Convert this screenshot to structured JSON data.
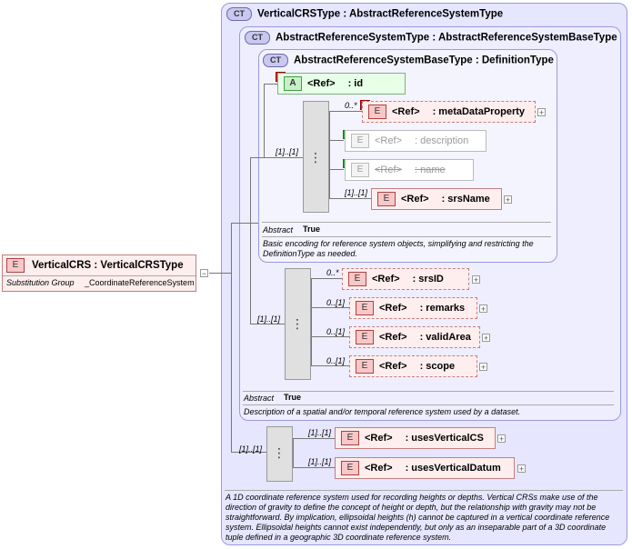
{
  "badges": {
    "ct": "CT",
    "element": "E",
    "attribute": "A",
    "plus": "+",
    "close": "×"
  },
  "root": {
    "element_name": "VerticalCRS : VerticalCRSType",
    "prop_label": "Substitution Group",
    "prop_value": "_CoordinateReferenceSystem"
  },
  "vertical_crs_type": {
    "header": "VerticalCRSType : AbstractReferenceSystemType",
    "note": "A 1D coordinate reference system used for recording heights or depths. Vertical CRSs make use of the direction of gravity to define the concept of height or depth, but the relationship with gravity may not be straightforward. By implication, ellipsoidal heights (h) cannot be captured in a vertical coordinate reference system. Ellipsoidal heights cannot exist independently, but only as an inseparable part of a 3D coordinate tuple defined in a geographic 3D coordinate reference system.",
    "seq_card": "[1]..[1]",
    "children": [
      {
        "card": "[1]..[1]",
        "ref": "<Ref>",
        "name": ": usesVerticalCS"
      },
      {
        "card": "[1]..[1]",
        "ref": "<Ref>",
        "name": ": usesVerticalDatum"
      }
    ]
  },
  "abstract_reference_system_type": {
    "header": "AbstractReferenceSystemType : AbstractReferenceSystemBaseType",
    "abstract_label": "Abstract",
    "abstract_value": "True",
    "note": "Description of a spatial and/or temporal reference system used by a dataset.",
    "seq_card": "[1]..[1]",
    "children": [
      {
        "card": "0..*",
        "ref": "<Ref>",
        "name": ": srsID"
      },
      {
        "card": "0..[1]",
        "ref": "<Ref>",
        "name": ": remarks"
      },
      {
        "card": "0..[1]",
        "ref": "<Ref>",
        "name": ": validArea"
      },
      {
        "card": "0..[1]",
        "ref": "<Ref>",
        "name": ": scope"
      }
    ]
  },
  "abstract_reference_system_base_type": {
    "header": "AbstractReferenceSystemBaseType : DefinitionType",
    "abstract_label": "Abstract",
    "abstract_value": "True",
    "note": "Basic encoding for reference system objects, simplifying and restricting the DefinitionType as needed.",
    "attribute": {
      "ref": "<Ref>",
      "name": ": id"
    },
    "seq_card": "[1]..[1]",
    "children": [
      {
        "card": "0..*",
        "ref": "<Ref>",
        "name": ": metaDataProperty"
      },
      {
        "card": "",
        "ref": "<Ref>",
        "name": ": description"
      },
      {
        "card": "",
        "ref": "<Ref>",
        "name": ": name"
      },
      {
        "card": "[1]..[1]",
        "ref": "<Ref>",
        "name": ": srsName"
      }
    ]
  }
}
